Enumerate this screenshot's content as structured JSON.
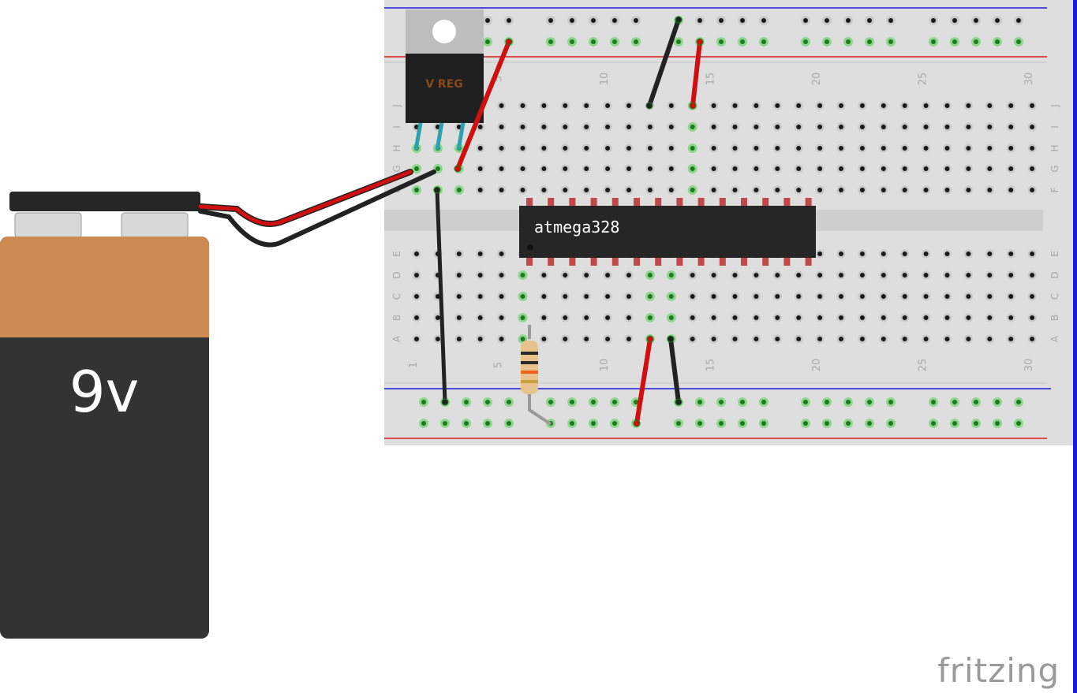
{
  "battery": {
    "label": "9v"
  },
  "regulator": {
    "label": "V REG"
  },
  "chip": {
    "label": "atmega328",
    "pins_per_side": 14
  },
  "breadboard": {
    "columns": 30,
    "top_rows": [
      "J",
      "I",
      "H",
      "G",
      "F"
    ],
    "bottom_rows": [
      "E",
      "D",
      "C",
      "B",
      "A"
    ],
    "column_labels": [
      "1",
      "5",
      "10",
      "15",
      "20",
      "25",
      "30"
    ]
  },
  "resistor": {
    "bands": [
      "#2a2a2a",
      "#2a2a2a",
      "#e8651a",
      "#c8a03c"
    ]
  },
  "colors": {
    "wire_red": "#d01010",
    "wire_black": "#222222",
    "rail_blue": "#1a1adc",
    "rail_red": "#dc1a1a"
  },
  "logo": {
    "text": "fritzing"
  }
}
